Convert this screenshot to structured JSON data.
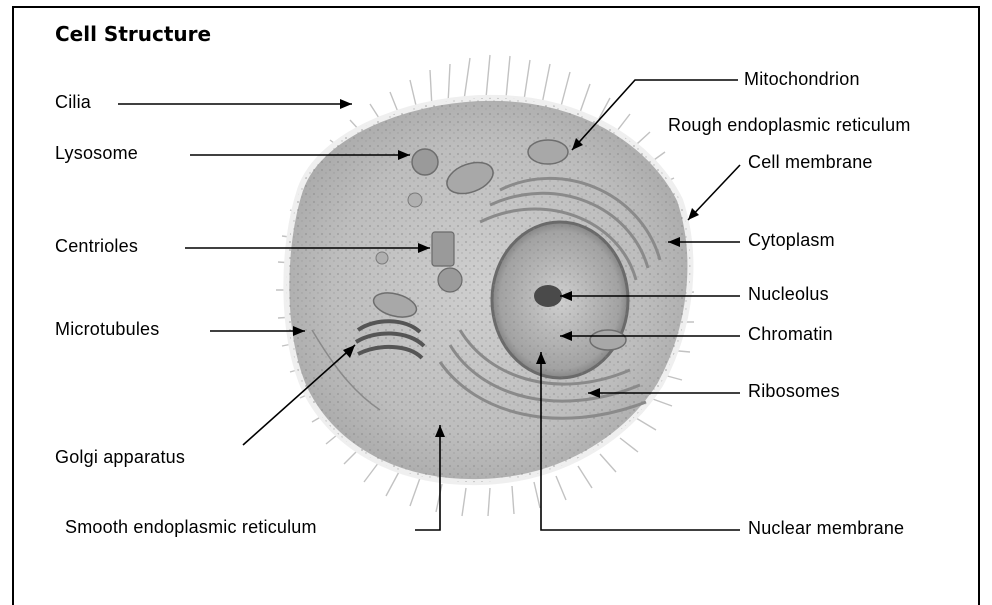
{
  "title": "Cell Structure",
  "labels": {
    "cilia": "Cilia",
    "lysosome": "Lysosome",
    "centrioles": "Centrioles",
    "microtubules": "Microtubules",
    "golgi": "Golgi apparatus",
    "smooth_er": "Smooth endoplasmic reticulum",
    "mitochondrion": "Mitochondrion",
    "rough_er": "Rough endoplasmic reticulum",
    "cell_membrane": "Cell membrane",
    "cytoplasm": "Cytoplasm",
    "nucleolus": "Nucleolus",
    "chromatin": "Chromatin",
    "ribosomes": "Ribosomes",
    "nuclear_membrane": "Nuclear membrane"
  }
}
